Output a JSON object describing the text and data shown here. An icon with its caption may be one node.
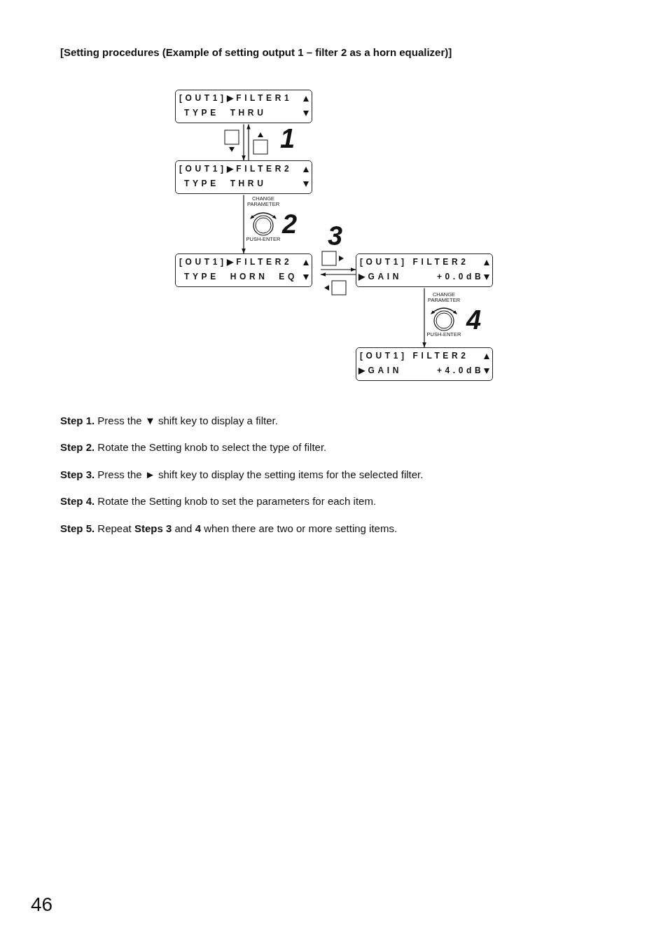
{
  "diagram": {
    "title": "[Setting procedures (Example of setting output 1 – filter 2 as a horn equalizer)]",
    "nodes": [
      {
        "text": [
          "[OUT1]▶FILTER1",
          "TYPE THRU"
        ]
      },
      {
        "text": [
          "[OUT1]▶FILTER2",
          "TYPE THRU"
        ]
      },
      {
        "text": [
          "[OUT1]▶FILTER2",
          "TYPE HORN EQ"
        ]
      },
      {
        "text": [
          "[OUT1] FILTER2",
          "▶GAIN +0.0dB"
        ]
      },
      {
        "text": [
          "[OUT1] FILTER2",
          "▶GAIN +4.0dB"
        ]
      }
    ],
    "edges": [
      {
        "from": 0,
        "to": 1,
        "arrow": "to"
      },
      {
        "from": 1,
        "to": 0,
        "arrow": "to"
      },
      {
        "from": 1,
        "to": 2,
        "arrow": "to"
      },
      {
        "from": 2,
        "to": 3,
        "arrow": "to"
      },
      {
        "from": 3,
        "to": 2,
        "arrow": "to"
      },
      {
        "from": 3,
        "to": 4,
        "arrow": "to"
      }
    ],
    "labels": [
      "1",
      "CHANGE PARAMETER",
      "PUSH-ENTER",
      "2",
      "3",
      "CHANGE PARAMETER",
      "PUSH-ENTER",
      "4",
      "**Step 1.** Press the ▼ shift key to display a filter.",
      "**Step 2.** Rotate the Setting knob to select the type of filter.",
      "**Step 3.** Press the ► shift key to display the setting items for the selected filter.",
      "**Step 4.** Rotate the Setting knob to set the parameters for each item.",
      "**Step 5.** Repeat **Steps 3** and **4** when there are two or more setting items.",
      "46"
    ]
  }
}
